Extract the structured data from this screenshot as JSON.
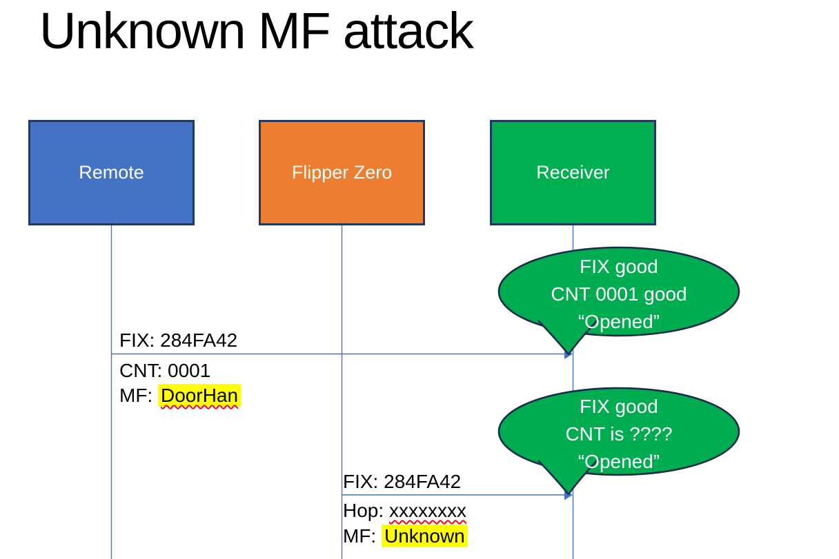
{
  "title": "Unknown MF attack",
  "actors": {
    "remote": {
      "label": "Remote"
    },
    "flipper": {
      "label": "Flipper Zero"
    },
    "receiver": {
      "label": "Receiver"
    }
  },
  "messages": {
    "remote_to_receiver": {
      "line1": "FIX: 284FA42",
      "line2": "CNT: 0001",
      "line3_prefix": "MF: ",
      "line3_value": "DoorHan"
    },
    "flipper_to_receiver": {
      "line1": "FIX: 284FA42",
      "line2_prefix": "Hop: ",
      "line2_value": "xxxxxxxx",
      "line3_prefix": "MF: ",
      "line3_value": "Unknown"
    }
  },
  "callouts": {
    "first": {
      "line1": "FIX good",
      "line2": "CNT 0001 good",
      "line3": "“Opened”"
    },
    "second": {
      "line1": "FIX good",
      "line2": "CNT is ????",
      "line3": "“Opened”"
    }
  },
  "colors": {
    "remote_fill": "#4472C4",
    "flipper_fill": "#ED7D31",
    "receiver_fill": "#00B050",
    "box_border": "#1F3864",
    "connector": "#4472C4",
    "callout_fill": "#00AC50",
    "callout_border": "#1A2B4C",
    "highlight": "#FFFF00",
    "squiggle": "#FF0000",
    "box_text": "#FFFFFF",
    "label_text": "#000000",
    "title_text": "#000000"
  }
}
